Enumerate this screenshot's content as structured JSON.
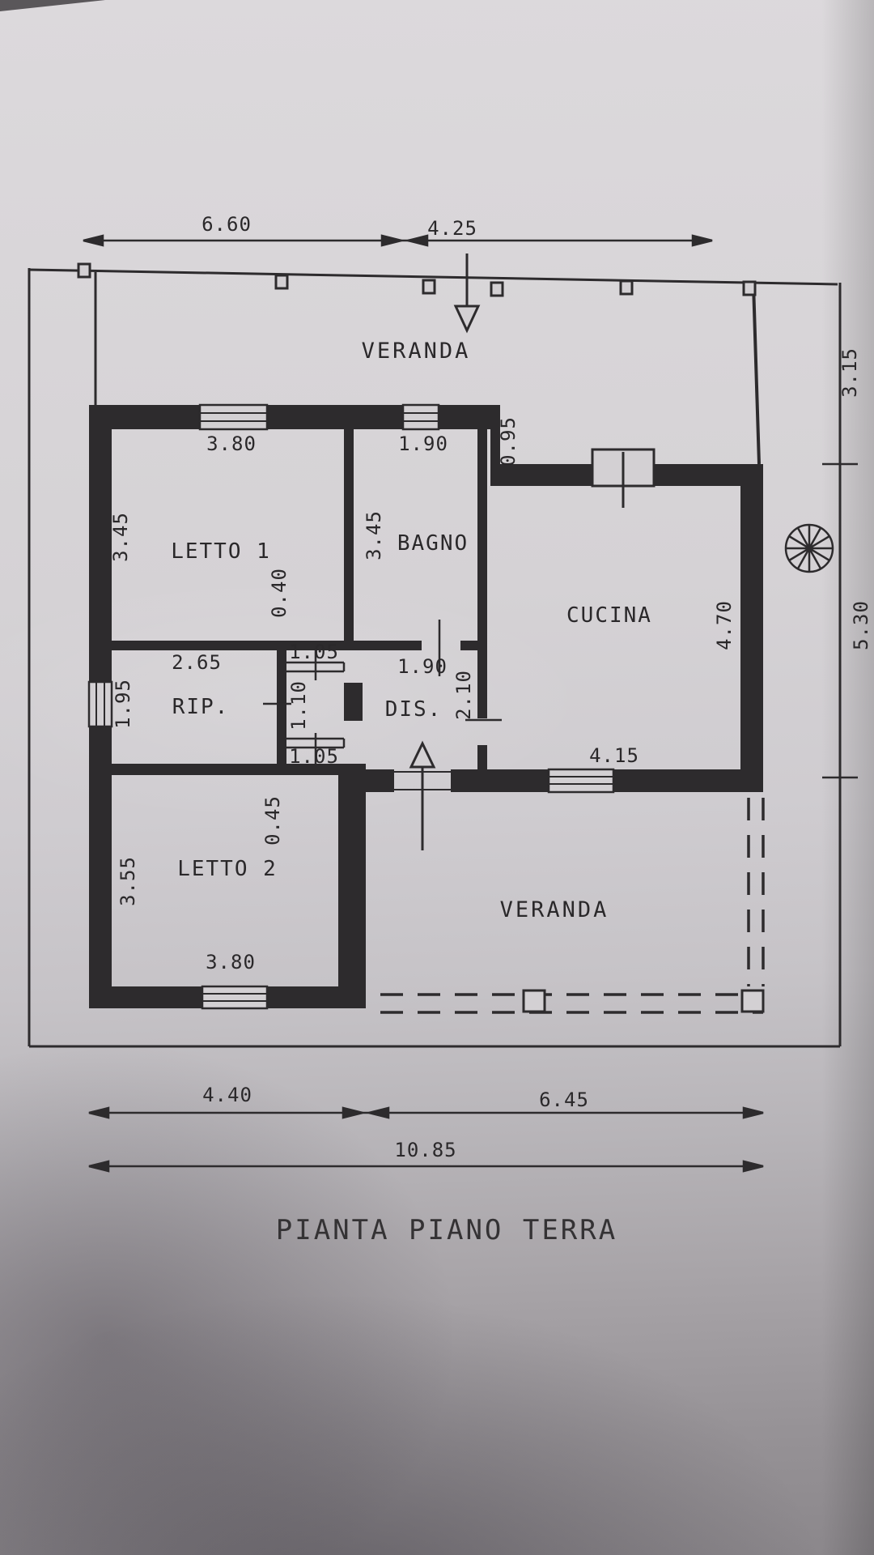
{
  "title": "PIANTA PIANO TERRA",
  "rooms": {
    "veranda_top": "VERANDA",
    "letto1": "LETTO 1",
    "bagno": "BAGNO",
    "cucina": "CUCINA",
    "rip": "RIP.",
    "dis": "DIS.",
    "letto2": "LETTO 2",
    "veranda_bottom": "VERANDA"
  },
  "dimensions": {
    "top_width_left": "6.60",
    "top_width_right": "4.25",
    "right_upper": "3.15",
    "right_lower": "5.30",
    "letto1_width": "3.80",
    "letto1_depth": "3.45",
    "letto1_wall_offset": "0.40",
    "bagno_width": "1.90",
    "bagno_depth": "3.45",
    "facade_recess": "0.95",
    "rip_width": "2.65",
    "rip_depth": "1.95",
    "rip_door_upper": "1.05",
    "rip_pier": "1.10",
    "rip_door_lower": "1.05",
    "bagno_door_wall": "1.90",
    "dis_depth": "2.10",
    "cucina_width": "4.15",
    "cucina_depth": "4.70",
    "letto2_wall_offset": "0.45",
    "letto2_depth": "3.55",
    "letto2_width": "3.80",
    "bottom_left": "4.40",
    "bottom_right": "6.45",
    "bottom_total": "10.85"
  }
}
